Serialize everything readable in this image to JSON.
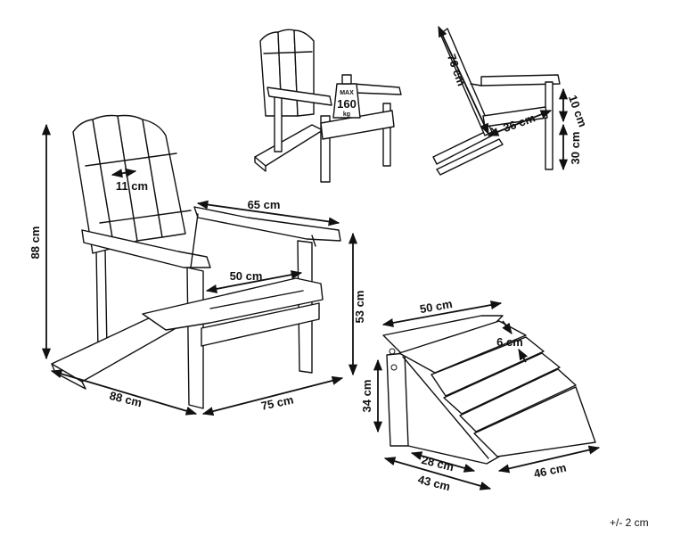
{
  "dimensions": {
    "chair_height": "88 cm",
    "slat_width": "11 cm",
    "armrest_span": "65 cm",
    "seat_width": "50 cm",
    "chair_depth": "88 cm",
    "chair_width": "75 cm",
    "armrest_height": "53 cm",
    "backrest_length": "76 cm",
    "seat_depth": "36 cm",
    "armrest_gap": "10 cm",
    "seat_height": "30 cm",
    "ottoman_width": "50 cm",
    "ottoman_slat": "6 cm",
    "ottoman_height": "34 cm",
    "ottoman_depth_inner": "28 cm",
    "ottoman_depth": "43 cm",
    "ottoman_length": "46 cm"
  },
  "weight_badge": {
    "max": "MAX",
    "value": "160",
    "unit": "kg"
  },
  "tolerance": "+/- 2 cm"
}
